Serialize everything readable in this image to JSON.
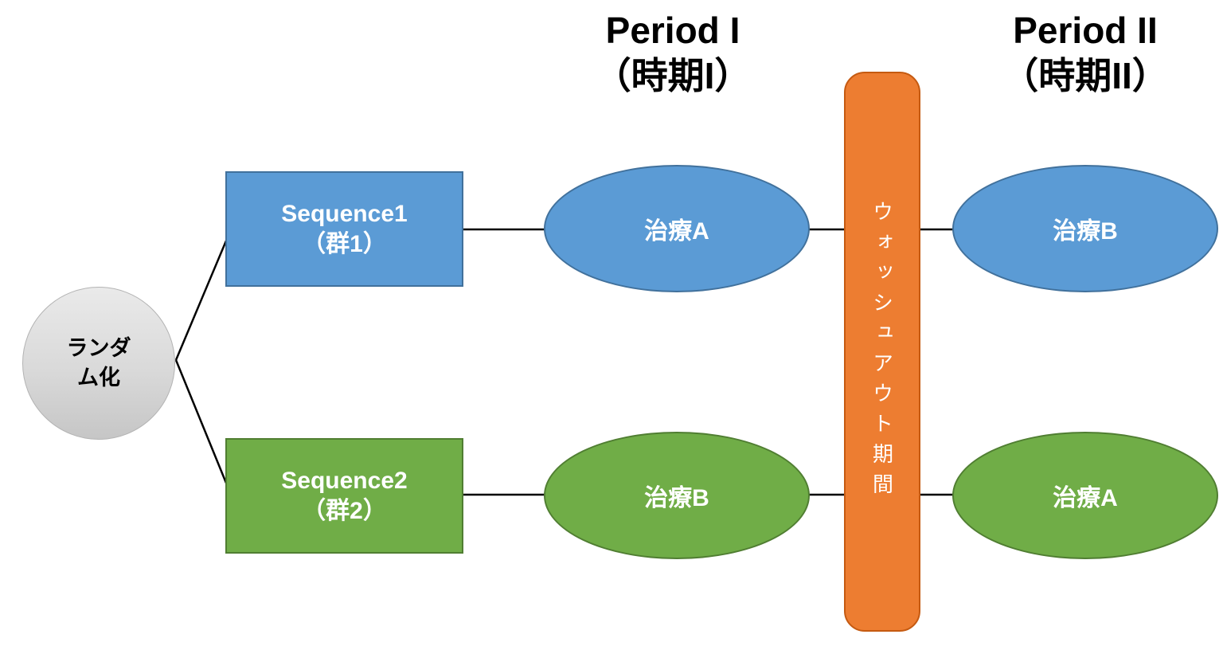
{
  "titles": {
    "period1": {
      "line1": "Period I",
      "line2": "（時期I）"
    },
    "period2": {
      "line1": "Period II",
      "line2": "（時期II）"
    }
  },
  "nodes": {
    "randomization": {
      "line1": "ランダ",
      "line2": "ム化",
      "full_label": "ランダム化"
    },
    "sequence1": {
      "line1": "Sequence1",
      "line2": "（群1）"
    },
    "sequence2": {
      "line1": "Sequence2",
      "line2": "（群2）"
    },
    "period1_seq1_treatment": "治療A",
    "period1_seq2_treatment": "治療B",
    "period2_seq1_treatment": "治療B",
    "period2_seq2_treatment": "治療A",
    "washout": "ウォッシュアウト期間"
  },
  "colors": {
    "sequence1_fill": "#5b9bd5",
    "sequence1_border": "#41719c",
    "sequence2_fill": "#70ad47",
    "sequence2_border": "#507e32",
    "washout_fill": "#ed7d31",
    "washout_border": "#c55a11",
    "randomization_fill": "#d9d9d9",
    "connector": "#000000",
    "shape_text": "#ffffff",
    "title_text": "#000000"
  }
}
